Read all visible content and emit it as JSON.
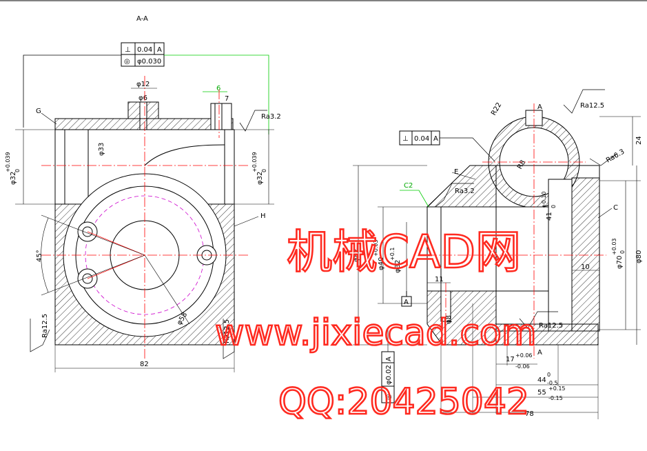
{
  "section_label": "A-A",
  "left_view": {
    "fcf1_symbol": "⊥",
    "fcf1_value": "0.04",
    "fcf1_datum": "A",
    "fcf2_symbol": "◎",
    "fcf2_value": "φ0.030",
    "dim_phi12": "φ12",
    "dim_phi6": "φ6",
    "dim_6": "6",
    "dim_7": "7",
    "ra_top_right": "Ra3.2",
    "label_G": "G",
    "label_H": "H",
    "dim_bore_left": "φ32",
    "tol_bore_left_upper": "+0.039",
    "tol_bore_left_lower": "0",
    "dim_bore_right": "φ32",
    "tol_bore_right_upper": "+0.039",
    "tol_bore_right_lower": "0",
    "dim_phi33": "φ33",
    "angle_45": "45°",
    "dim_phi58": "φ58",
    "ra_bottom_left": "Ra12.5",
    "ra_bottom_right": "Ra12.5",
    "dim_82": "82"
  },
  "right_view": {
    "datum_A_top": "A",
    "ra_top": "Ra12.5",
    "dim_R22": "R22",
    "dim_24": "24",
    "ra_R63": "Ra6.3",
    "fcf_symbol": "⊥",
    "fcf_value": "0.04",
    "fcf_datum": "A",
    "dim_R8": "R8",
    "label_E": "E",
    "chamfer_C2": "C2",
    "ra_mid": "Ra3.2",
    "label_C": "C",
    "dim_41": "41",
    "tol_41_upper": "+0.10",
    "tol_41_lower": "0",
    "dim_82_vert": "φ82",
    "dim_phi40": "φ40",
    "tol_phi40": "+0.03",
    "dim_phi32": "φ32",
    "tol_phi32": "+0.1",
    "dim_phi70": "φ70",
    "tol_phi70_upper": "+0.03",
    "tol_phi70_lower": "0",
    "dim_phi80": "φ80",
    "dim_10": "10",
    "dim_11": "11",
    "datum_box_A": "A",
    "dim_phi8": "φ8",
    "ra_bottom": "Ra12.5",
    "datum_A_bottom": "A",
    "dim_17": "17",
    "tol_17_upper": "+0.06",
    "tol_17_lower": "-0.06",
    "dim_44": "44",
    "tol_44_upper": "0",
    "tol_44_lower": "-0.5",
    "dim_55": "55",
    "tol_55_upper": "+0.15",
    "tol_55_lower": "-0.15",
    "dim_78": "78",
    "fcf_bottom_symbol": "◎",
    "fcf_bottom_value": "φ0.02",
    "fcf_bottom_datum": "A"
  },
  "watermark": {
    "line1": "机械CAD网",
    "line2": "www.jixiecad.com",
    "line3": "QQ:20425042"
  },
  "colors": {
    "outline": "#000000",
    "centerline": "#ff0000",
    "leader_green": "#00cc00",
    "hidden_circle": "#cc00cc",
    "watermark": "#ff2a20"
  }
}
